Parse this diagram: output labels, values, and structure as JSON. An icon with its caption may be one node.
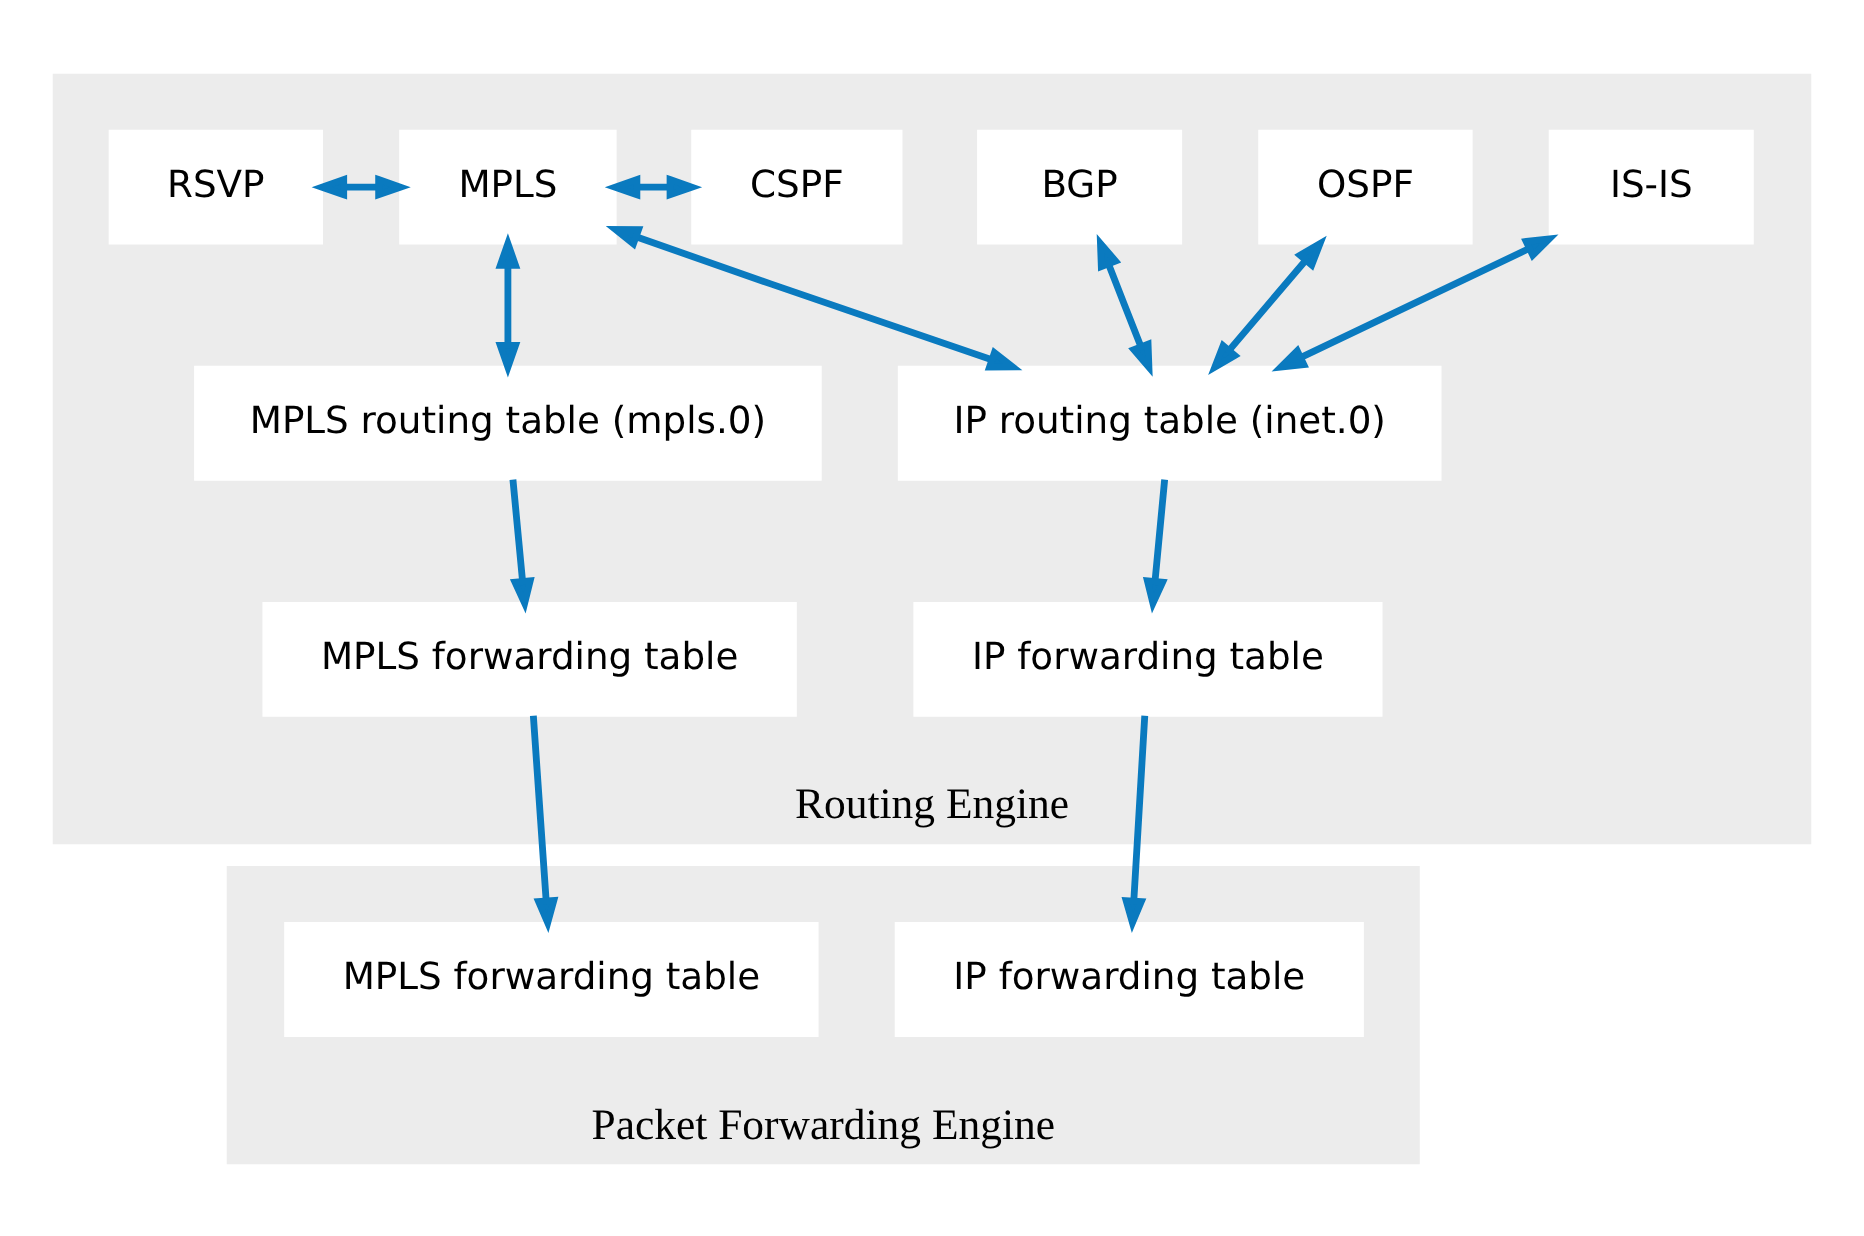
{
  "diagram": {
    "nodes": [
      {
        "text": [
          "Routing Engine"
        ]
      },
      {
        "text": [
          "IS-IS"
        ],
        "in": 0
      },
      {
        "text": [
          "OSPF"
        ],
        "in": 0
      },
      {
        "text": [
          "BGP"
        ],
        "in": 0
      },
      {
        "text": [
          "CSPF"
        ],
        "in": 0
      },
      {
        "text": [
          "MPLS"
        ],
        "in": 0
      },
      {
        "text": [
          "RSVP"
        ],
        "in": 0
      },
      {
        "text": [
          "IP routing table (inet.0)"
        ],
        "in": 0
      },
      {
        "text": [
          "MPLS routing table (mpls.0)"
        ],
        "in": 0
      },
      {
        "text": [
          "IP forwarding table"
        ],
        "in": 0
      },
      {
        "text": [
          "MPLS forwarding table"
        ],
        "in": 0
      },
      {
        "text": [
          "Packet Forwarding Engine"
        ]
      },
      {
        "text": [
          "IP forwarding table"
        ],
        "in": 11
      },
      {
        "text": [
          "MPLS forwarding table"
        ],
        "in": 11
      }
    ],
    "edges": [
      {
        "from": 1,
        "to": 7,
        "arrow": "both"
      },
      {
        "from": 2,
        "to": 7,
        "arrow": "both"
      },
      {
        "from": 3,
        "to": 7,
        "arrow": "both"
      },
      {
        "from": 5,
        "to": 7,
        "arrow": "both"
      },
      {
        "from": 4,
        "to": 5,
        "arrow": "both"
      },
      {
        "from": 5,
        "to": 6,
        "arrow": "both"
      },
      {
        "from": 5,
        "to": 8,
        "arrow": "both"
      },
      {
        "from": 7,
        "to": 9,
        "arrow": "to"
      },
      {
        "from": 8,
        "to": 10,
        "arrow": "to"
      },
      {
        "from": 9,
        "to": 12,
        "arrow": "to"
      },
      {
        "from": 10,
        "to": 13,
        "arrow": "to"
      }
    ]
  }
}
